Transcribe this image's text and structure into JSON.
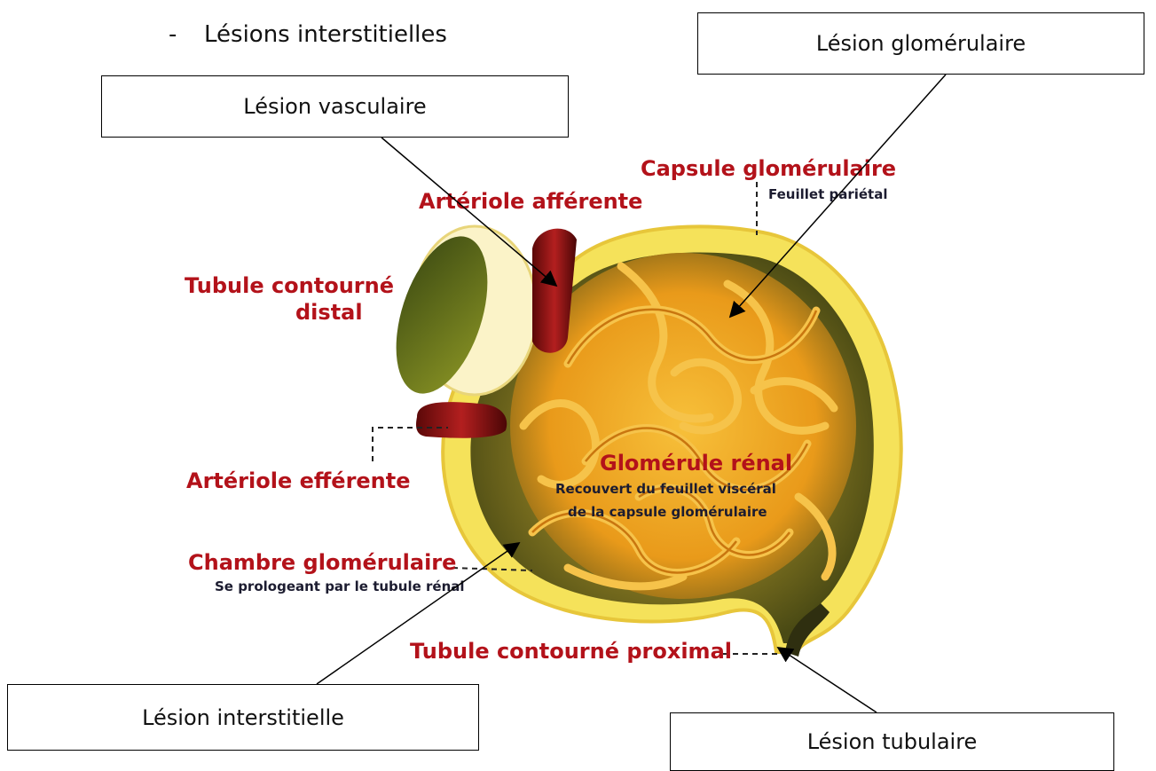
{
  "heading": {
    "bullet": "-",
    "text": "Lésions interstitielles"
  },
  "callouts": {
    "vasculaire": "Lésion vasculaire",
    "glomerulaire": "Lésion glomérulaire",
    "interstitielle": "Lésion interstitielle",
    "tubulaire": "Lésion tubulaire"
  },
  "labels": {
    "capsule_title": "Capsule glomérulaire",
    "capsule_sub": "Feuillet pariétal",
    "arteriole_afferente": "Artériole afférente",
    "tubule_distal_1": "Tubule contourné",
    "tubule_distal_2": "distal",
    "arteriole_efferente": "Artériole efférente",
    "glomerule_title": "Glomérule rénal",
    "glomerule_sub1": "Recouvert du feuillet viscéral",
    "glomerule_sub2": "de la capsule glomérulaire",
    "chambre_title": "Chambre glomérulaire",
    "chambre_sub": "Se prologeant par le tubule rénal",
    "tubule_proximal": "Tubule contourné proximal"
  },
  "colors": {
    "label_red": "#b3121a",
    "label_dark": "#1c1c30",
    "capillary": "#f0a21c",
    "capsule_outer": "#f4e04a",
    "capsule_inner": "#6a6a1c",
    "arteriole": "#8e1616"
  }
}
